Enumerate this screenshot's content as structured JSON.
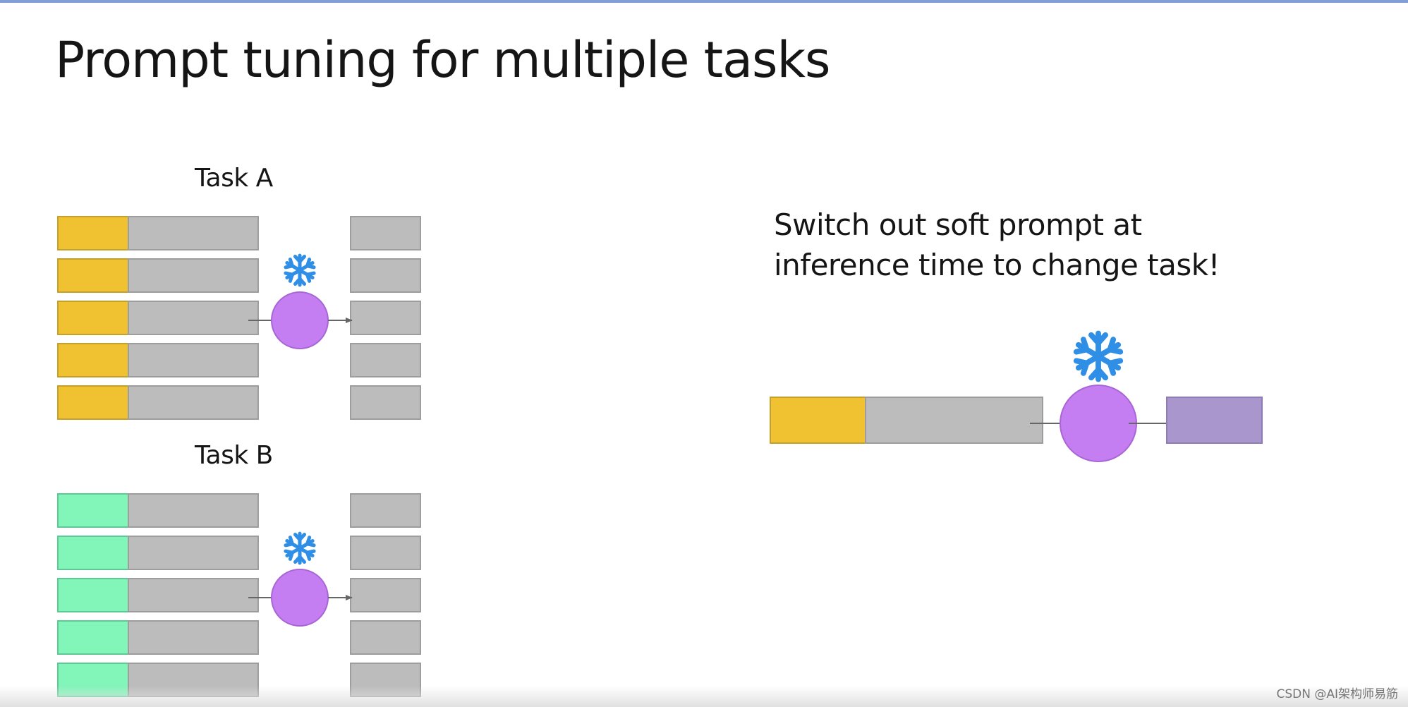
{
  "slide": {
    "title": "Prompt tuning for multiple tasks",
    "task_a_label": "Task A",
    "task_b_label": "Task B",
    "caption_line1": "Switch out soft prompt at",
    "caption_line2": "inference time to change task!",
    "watermark": "CSDN @AI架构师易筋"
  },
  "colors": {
    "task_a_prompt": "#f0c231",
    "task_b_prompt": "#82f5b9",
    "input_tokens": "#bcbcbc",
    "output_tokens": "#bcbcbc",
    "model": "#c57ef2",
    "output_single": "#a996cc",
    "snowflake": "#2f8ee6",
    "arrow": "#666666"
  },
  "icons": {
    "frozen_model": "snowflake-icon"
  },
  "diagram": {
    "task_rows_per_group": 5
  }
}
